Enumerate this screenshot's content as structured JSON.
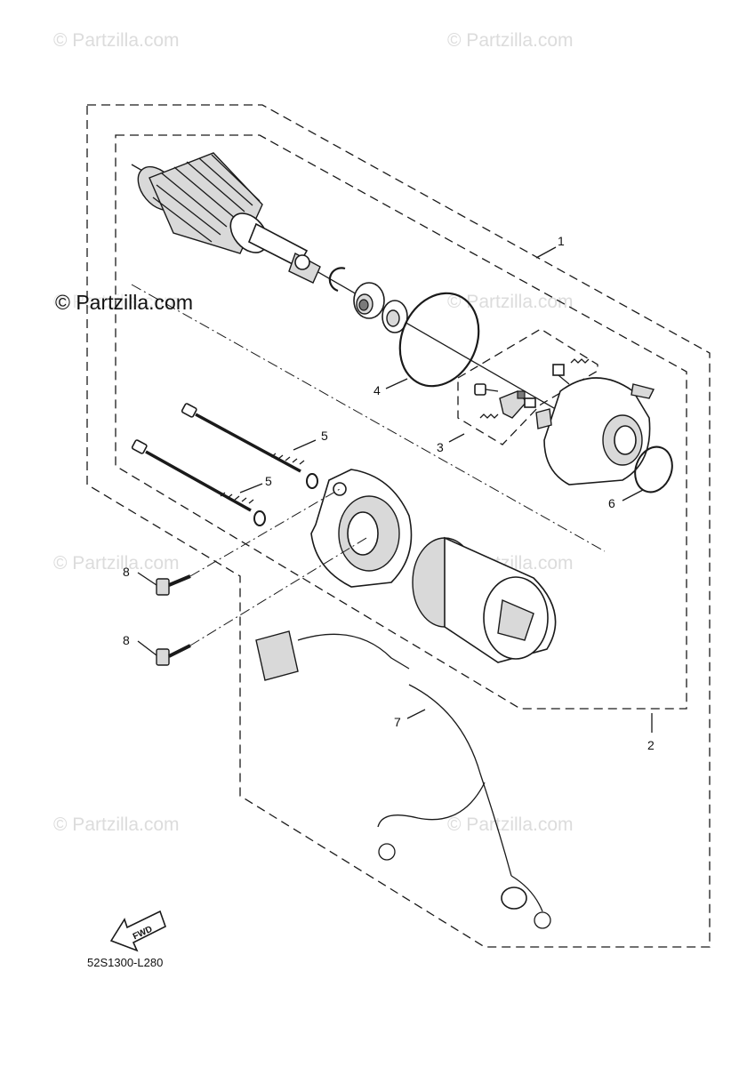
{
  "watermarks": {
    "faint": [
      "© Partzilla.com",
      "© Partzilla.com",
      "© Partzilla.com",
      "© Partzilla.com",
      "© Partzilla.com",
      "© Partzilla.com",
      "© Partzilla.com",
      "© Partzilla.com"
    ],
    "prominent": "© Partzilla.com"
  },
  "callouts": {
    "c1": "1",
    "c2": "2",
    "c3": "3",
    "c4": "4",
    "c5a": "5",
    "c5b": "5",
    "c6": "6",
    "c7": "7",
    "c8a": "8",
    "c8b": "8"
  },
  "fwd_label": "FWD",
  "diagram_code": "52S1300-L280"
}
